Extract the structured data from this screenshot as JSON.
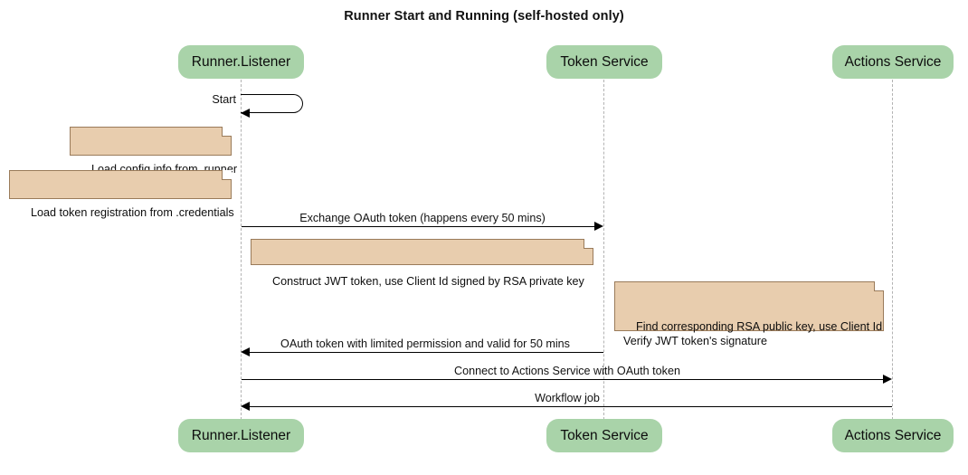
{
  "diagram": {
    "title": "Runner Start and Running (self-hosted only)",
    "type": "sequence-diagram",
    "colors": {
      "participant_fill": "#a9d3a9",
      "note_fill": "#e8cdae",
      "note_border": "#9a7b5a",
      "lifeline": "#b3b3b3",
      "arrow": "#000000"
    }
  },
  "participants": [
    {
      "id": "runner",
      "label": "Runner.Listener"
    },
    {
      "id": "token",
      "label": "Token Service"
    },
    {
      "id": "actions",
      "label": "Actions Service"
    }
  ],
  "messages": [
    {
      "id": "m1",
      "label": "Start",
      "from": "runner",
      "to": "runner",
      "self": true
    },
    {
      "id": "m2",
      "label": "Exchange OAuth token (happens every 50 mins)",
      "from": "runner",
      "to": "token",
      "direction": "right"
    },
    {
      "id": "m3",
      "label": "OAuth token with limited permission and valid for 50 mins",
      "from": "token",
      "to": "runner",
      "direction": "left"
    },
    {
      "id": "m4",
      "label": "Connect to Actions Service with OAuth token",
      "from": "runner",
      "to": "actions",
      "direction": "right"
    },
    {
      "id": "m5",
      "label": "Workflow job",
      "from": "actions",
      "to": "runner",
      "direction": "left"
    }
  ],
  "notes": [
    {
      "id": "n1",
      "text": "Load config info from .runner",
      "attached_to": "runner"
    },
    {
      "id": "n2",
      "text": "Load token registration from .credentials",
      "attached_to": "runner"
    },
    {
      "id": "n3",
      "text": "Construct JWT token, use Client Id signed by RSA private key",
      "attached_to": "runner"
    },
    {
      "id": "n4",
      "text": "Find corresponding RSA public key, use Client Id\nVerify JWT token's signature",
      "attached_to": "token"
    }
  ]
}
